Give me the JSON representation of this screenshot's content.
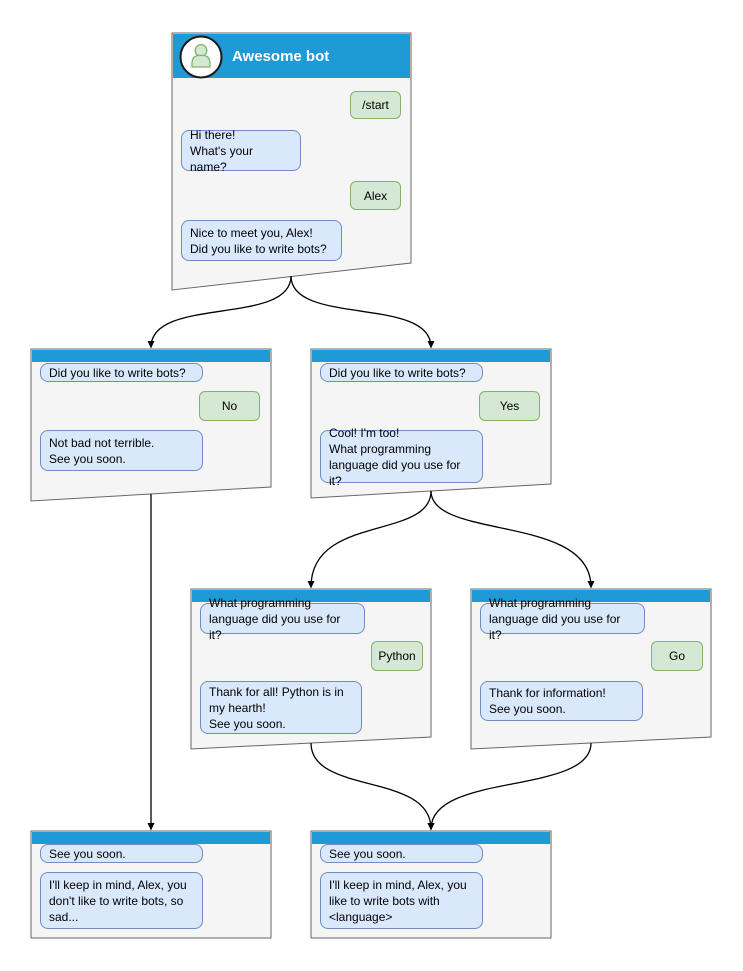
{
  "diagram": {
    "type": "chatbot-conversation-flowchart",
    "colors": {
      "header_blue": "#1e9bd7",
      "window_fill": "#f5f5f5",
      "window_border": "#666666",
      "bot_bubble_fill": "#dae8fc",
      "bot_bubble_border": "#6c8ebf",
      "user_bubble_fill": "#d5e8d4",
      "user_bubble_border": "#82b366",
      "connector": "#000000",
      "title_text": "#ffffff"
    },
    "icons": {
      "avatar": "person-silhouette-icon"
    }
  },
  "nodes": {
    "root": {
      "title": "Awesome bot",
      "messages": [
        {
          "side": "user",
          "text": "/start"
        },
        {
          "side": "bot",
          "text": "Hi there!\nWhat's your name?"
        },
        {
          "side": "user",
          "text": "Alex"
        },
        {
          "side": "bot",
          "text": "Nice to meet you, Alex!\nDid you like to write bots?"
        }
      ]
    },
    "no_branch": {
      "messages": [
        {
          "side": "bot",
          "text": "Did you like to write bots?"
        },
        {
          "side": "user",
          "text": "No"
        },
        {
          "side": "bot",
          "text": "Not bad not terrible.\nSee you soon."
        }
      ]
    },
    "yes_branch": {
      "messages": [
        {
          "side": "bot",
          "text": "Did you like to write bots?"
        },
        {
          "side": "user",
          "text": "Yes"
        },
        {
          "side": "bot",
          "text": "Cool! I'm too!\nWhat programming\nlanguage did you use for it?"
        }
      ]
    },
    "python_branch": {
      "messages": [
        {
          "side": "bot",
          "text": "What programming\nlanguage did you use for it?"
        },
        {
          "side": "user",
          "text": "Python"
        },
        {
          "side": "bot",
          "text": "Thank for all! Python is in\nmy hearth!\nSee you soon."
        }
      ]
    },
    "go_branch": {
      "messages": [
        {
          "side": "bot",
          "text": "What programming\nlanguage did you use for it?"
        },
        {
          "side": "user",
          "text": "Go"
        },
        {
          "side": "bot",
          "text": "Thank for information!\nSee you soon."
        }
      ]
    },
    "end_no": {
      "messages": [
        {
          "side": "bot",
          "text": "See you soon."
        },
        {
          "side": "bot",
          "text": "I'll keep in mind, Alex, you\ndon't like to write bots, so\nsad..."
        }
      ]
    },
    "end_yes": {
      "messages": [
        {
          "side": "bot",
          "text": "See you soon."
        },
        {
          "side": "bot",
          "text": "I'll keep in mind, Alex, you\nlike to write bots with\n<language>"
        }
      ]
    }
  },
  "connections": [
    {
      "from": "root",
      "to": "no_branch"
    },
    {
      "from": "root",
      "to": "yes_branch"
    },
    {
      "from": "no_branch",
      "to": "end_no"
    },
    {
      "from": "yes_branch",
      "to": "python_branch"
    },
    {
      "from": "yes_branch",
      "to": "go_branch"
    },
    {
      "from": "python_branch",
      "to": "end_yes"
    },
    {
      "from": "go_branch",
      "to": "end_yes"
    }
  ]
}
